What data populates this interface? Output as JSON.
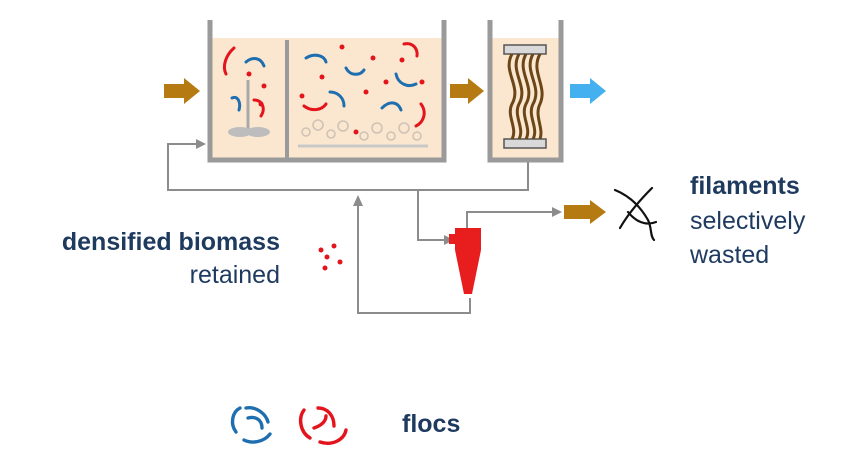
{
  "labels": {
    "densified_title": "densified biomass",
    "densified_sub": "retained",
    "filaments_title": "filaments",
    "filaments_sub1": "selectively",
    "filaments_sub2": "wasted",
    "flocs": "flocs"
  },
  "colors": {
    "text": "#1e3a5f",
    "tank_fill": "#fbe7cf",
    "tank_wall": "#9a9a9a",
    "pipe": "#8c8c8c",
    "arrow_in": "#b57a12",
    "arrow_out": "#45b0f0",
    "floc_red": "#e3141b",
    "floc_blue": "#1f6fb0",
    "membrane_brown": "#6b4618",
    "hydrocyclone": "#e81d1d"
  },
  "icons": [
    "inflow-arrow-icon",
    "transfer-arrow-icon",
    "permeate-arrow-icon",
    "waste-arrow-icon",
    "mixer-icon",
    "membrane-module-icon",
    "hydrocyclone-icon",
    "filament-icon",
    "floc-icon"
  ]
}
